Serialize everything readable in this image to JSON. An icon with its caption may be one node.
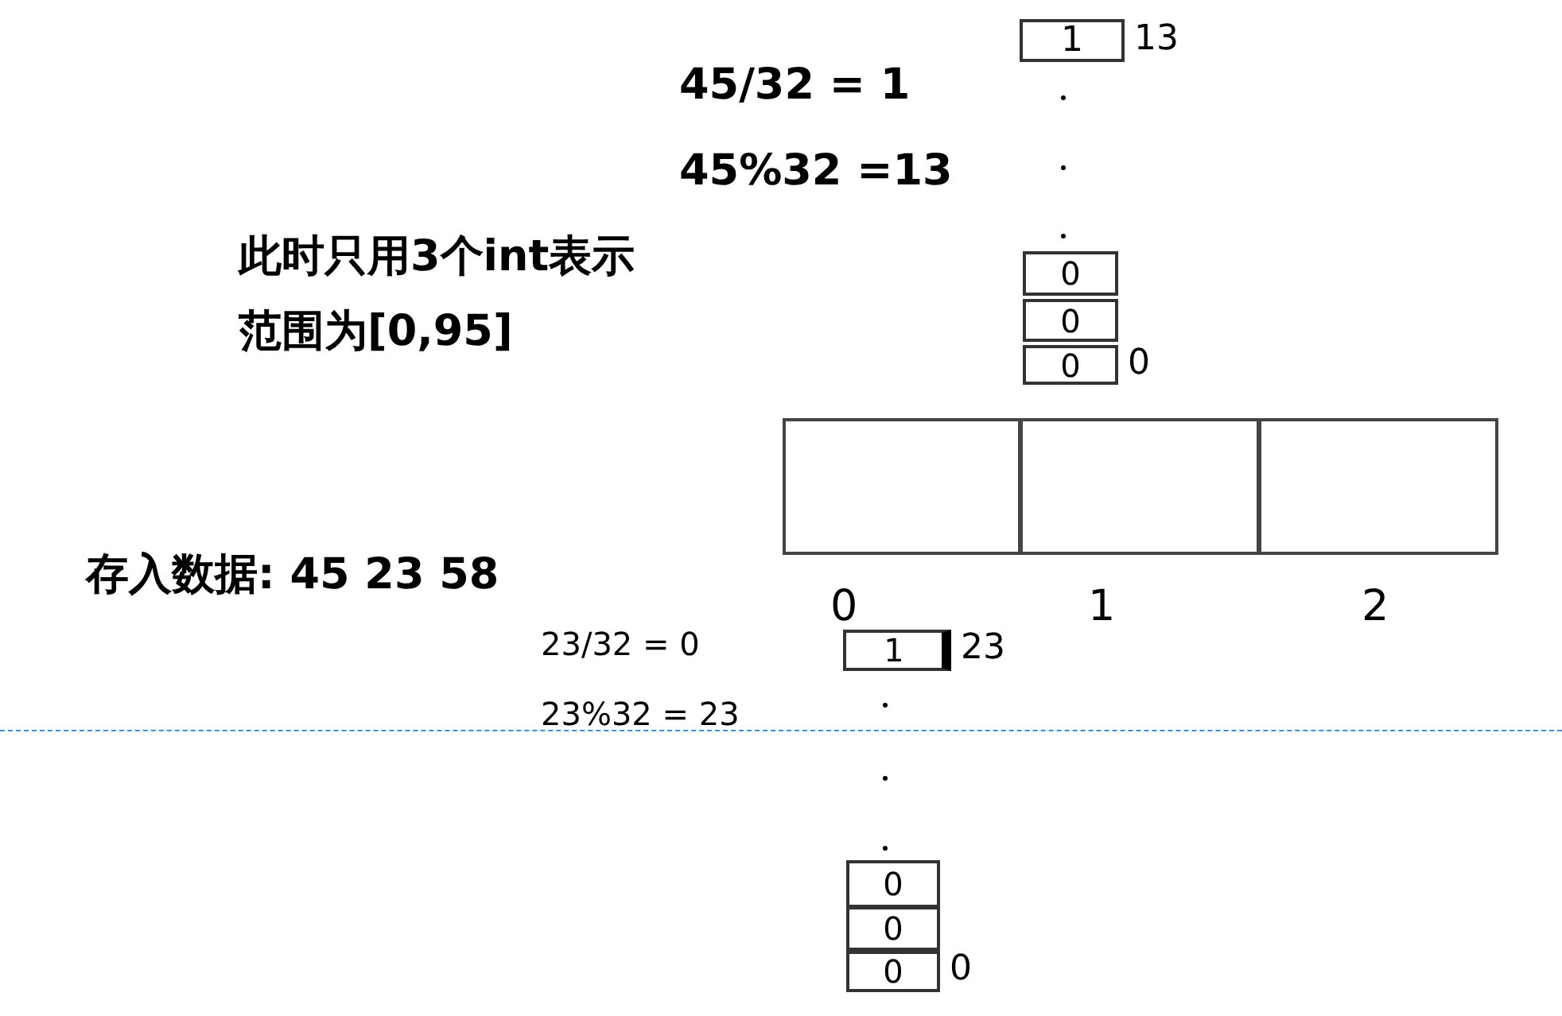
{
  "diagram": {
    "nodes": [
      {
        "text": [
          "1"
        ],
        "beside": [
          "13"
        ]
      },
      {
        "text": [
          "0"
        ]
      },
      {
        "text": [
          "0"
        ]
      },
      {
        "text": [
          "0"
        ],
        "beside": [
          "0"
        ]
      },
      {
        "text": [],
        "shape": "box"
      },
      {
        "text": [],
        "shape": "box"
      },
      {
        "text": [],
        "shape": "box"
      },
      {
        "text": [
          "1"
        ],
        "beside": [
          "23"
        ]
      },
      {
        "text": [
          "0"
        ]
      },
      {
        "text": [
          "0"
        ]
      },
      {
        "text": [
          "0"
        ],
        "beside": [
          "0"
        ]
      }
    ],
    "edges": [],
    "labels": [
      "45/32 = 1",
      "45%32 =13",
      "此时只用3个int表示范围为[0,95]",
      "存入数据: 45 23 58",
      "0",
      "1",
      "2",
      "23/32 = 0",
      "23%32 = 23"
    ]
  }
}
